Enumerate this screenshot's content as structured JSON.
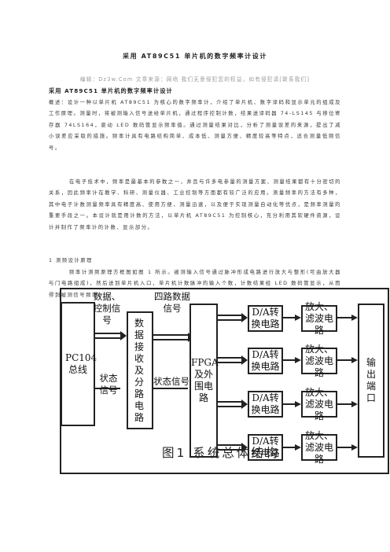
{
  "doc": {
    "title": "采用 AT89C51 单片机的数字频率计设计",
    "meta": "编辑：Dz3w.Com 文章来源：网络 我们无意侵犯您的权益，如有侵犯请[联系我们]",
    "subtitle": "采用 AT89C51 单片机的数字频率计设计",
    "p1": "概述：设计一种以单片机 AT89C51 为核心的数字频率计，介绍了单片机、数字译码和显示单元的组成及工作原理。测量时，将被测输入信号送给单片机，通过程序控制计数，结果送译码器 74-LS145 与移位寄存器 74LS164，驱动 LED 数码管显示频率值。通过测量结果对比，分析了测量误差的来源，提出了减小误差应采取的措施。频率计具有电路结构简单、成本低、测量方便、精度较高等特点，适合测量低频信号。",
    "p2": "在电子技术中，频率是最基本的参数之一，并且与许多电参量的测量方案、测量结果都有十分密切的关系，因此频率计在教学、科研、测量仪器、工业控制等方面都有较广泛的应用。测量频率的方法有多种，其中电子计数测量频率具有精度高、使用方便、测量迅速，以及便于实现测量自动化等优点，是频率测量的重要手段之一。本设计就是用计数的方法，以单片机 AT89C51 为控制核心，充分利用其软硬件资源，设计并制作了频率计的计数、显示部分。",
    "section1": "1 测频设计原理",
    "p3": "频率计测频原理方框图如图 1 所示。被测输入信号通过脉冲形成电路进行放大与整形(可由放大器与门电路组成)，然后送到单片机入口，单片机计数脉冲的输入个数，计数结果经 LED 数码管显示，从而得到被测信号频率。"
  },
  "figure": {
    "pc104": "PC104总线",
    "data_ctrl": "数据、控制信号",
    "status_left": "状态信号",
    "recv": "数据接收及分路电路",
    "four_data": "四路数据信号",
    "status_mid": "状态信号",
    "fpga": "FPGA及外围电路",
    "da": [
      "D/A转换电路",
      "D/A转换电路",
      "D/A转换电路",
      "D/A转换电路"
    ],
    "amp": [
      "放大、滤波电路",
      "放大、滤波电路",
      "放大、滤波电路",
      "放大、滤波电路"
    ],
    "output": "输出端口",
    "caption": "图1 系统总体结构"
  }
}
